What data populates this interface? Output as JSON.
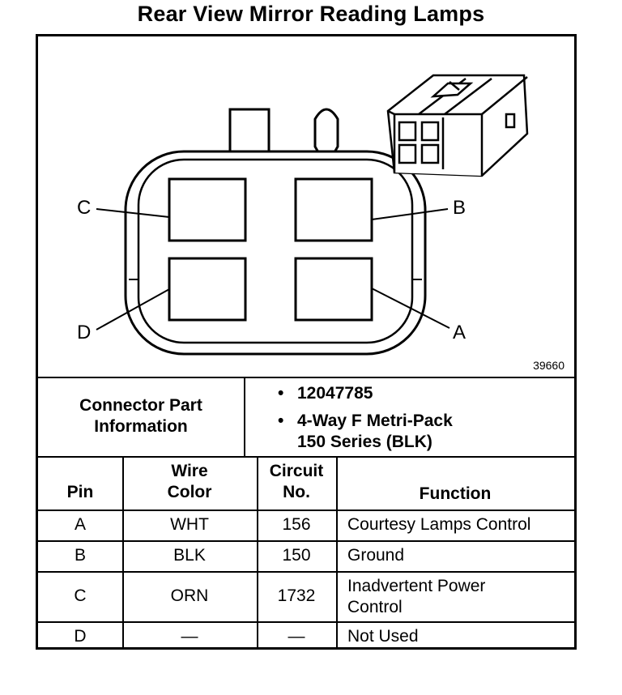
{
  "title": "Rear View Mirror Reading Lamps",
  "figure_number": "39660",
  "pin_labels": [
    "A",
    "B",
    "C",
    "D"
  ],
  "connector_info": {
    "heading_line1": "Connector Part",
    "heading_line2": "Information",
    "items": [
      {
        "bullet": "•",
        "line1": "12047785",
        "line2": ""
      },
      {
        "bullet": "•",
        "line1": "4-Way F Metri-Pack",
        "line2": "150 Series (BLK)"
      }
    ]
  },
  "table": {
    "headers": {
      "pin": "Pin",
      "wire_color_1": "Wire",
      "wire_color_2": "Color",
      "circuit_1": "Circuit",
      "circuit_2": "No.",
      "function": "Function"
    },
    "rows": [
      {
        "pin": "A",
        "wire": "WHT",
        "circuit": "156",
        "function1": "Courtesy Lamps Control",
        "function2": ""
      },
      {
        "pin": "B",
        "wire": "BLK",
        "circuit": "150",
        "function1": "Ground",
        "function2": ""
      },
      {
        "pin": "C",
        "wire": "ORN",
        "circuit": "1732",
        "function1": "Inadvertent Power",
        "function2": "Control"
      },
      {
        "pin": "D",
        "wire": "—",
        "circuit": "—",
        "function1": "Not Used",
        "function2": ""
      }
    ]
  }
}
